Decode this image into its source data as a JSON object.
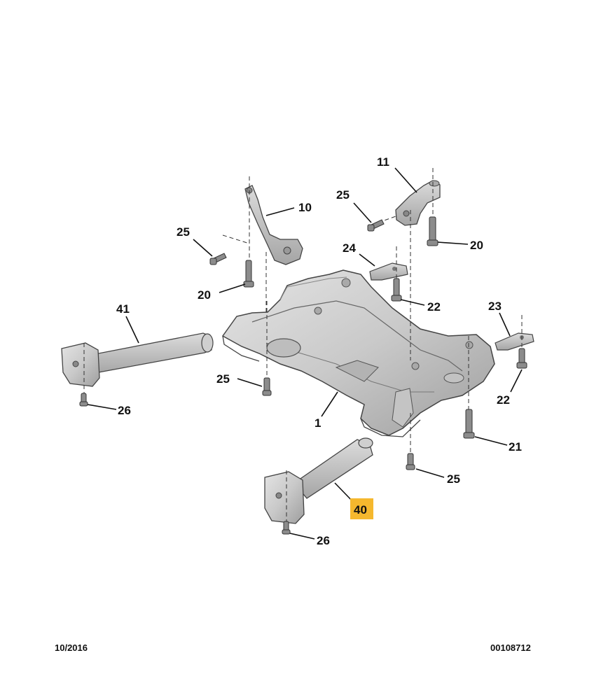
{
  "diagram": {
    "callouts": [
      "1",
      "10",
      "11",
      "20",
      "20",
      "21",
      "22",
      "22",
      "23",
      "24",
      "25",
      "25",
      "25",
      "25",
      "26",
      "26",
      "40",
      "41"
    ],
    "highlighted_callout": "40",
    "highlight_color": "#f5b82e"
  },
  "footer": {
    "date": "10/2016",
    "reference": "00108712"
  }
}
